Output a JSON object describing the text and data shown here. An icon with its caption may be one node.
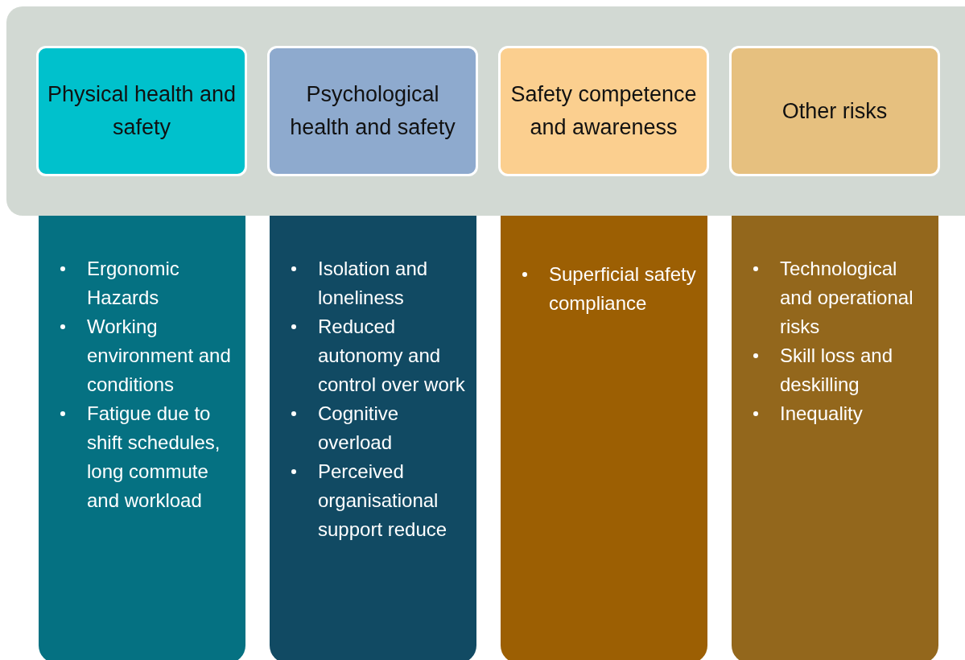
{
  "diagram": {
    "nodes": [
      {
        "text": [],
        "shape": "box"
      },
      {
        "text": [
          "Physical health and safety"
        ],
        "in": 0
      },
      {
        "text": [
          "Psychological health and safety"
        ],
        "in": 0
      },
      {
        "text": [
          "Safety competence and awareness"
        ],
        "in": 0
      },
      {
        "text": [
          "Other risks"
        ],
        "in": 0
      },
      {
        "text": [
          "Ergonomic Hazards",
          "Working environment and conditions",
          "Fatigue due to shift schedules, long commute and workload"
        ]
      },
      {
        "text": [
          "Isolation and loneliness",
          "Reduced autonomy and control over work",
          "Cognitive overload",
          "Perceived organisational support reduce"
        ]
      },
      {
        "text": [
          "Superficial safety compliance"
        ]
      },
      {
        "text": [
          "Technological and operational risks",
          "Skill loss and deskilling",
          "Inequality"
        ]
      }
    ],
    "edges": []
  }
}
